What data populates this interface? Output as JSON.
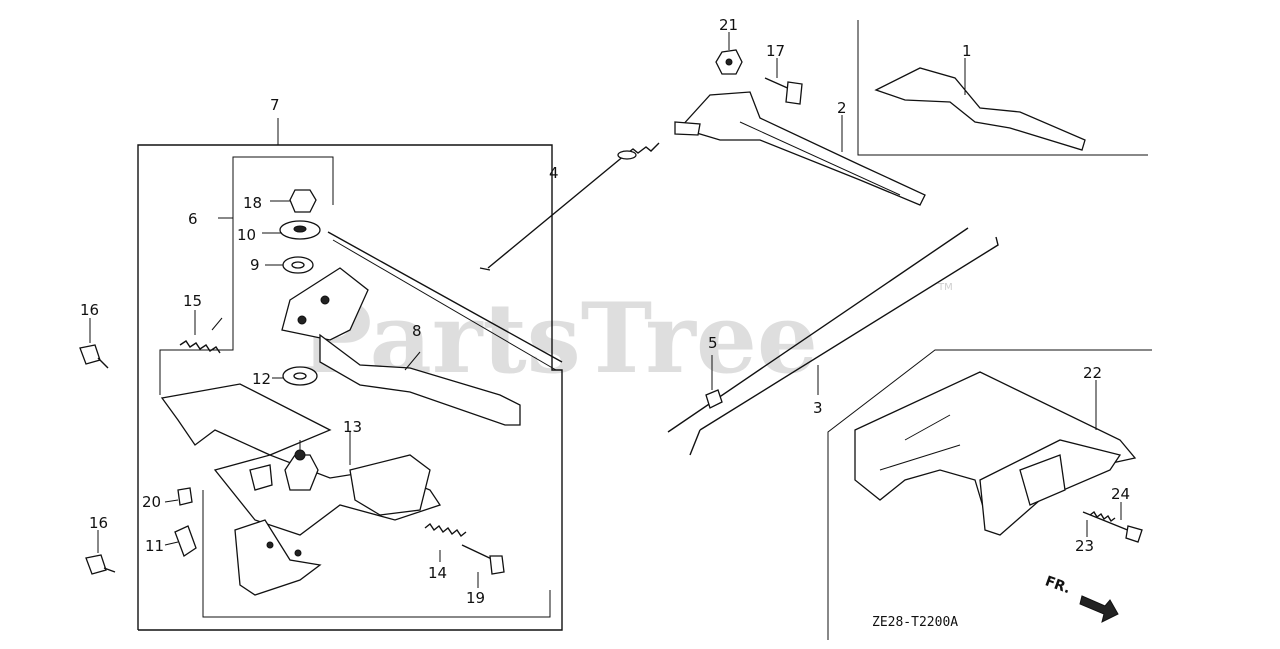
{
  "watermark": {
    "text": "PartsTree",
    "tm": "TM"
  },
  "diagram_code": "ZE28-T2200A",
  "direction_label": "FR.",
  "callouts": [
    {
      "id": "c1",
      "text": "1"
    },
    {
      "id": "c2",
      "text": "2"
    },
    {
      "id": "c3",
      "text": "3"
    },
    {
      "id": "c4",
      "text": "4"
    },
    {
      "id": "c5",
      "text": "5"
    },
    {
      "id": "c6",
      "text": "6"
    },
    {
      "id": "c7",
      "text": "7"
    },
    {
      "id": "c8",
      "text": "8"
    },
    {
      "id": "c9",
      "text": "9"
    },
    {
      "id": "c10",
      "text": "10"
    },
    {
      "id": "c11",
      "text": "11"
    },
    {
      "id": "c12",
      "text": "12"
    },
    {
      "id": "c13",
      "text": "13"
    },
    {
      "id": "c14",
      "text": "14"
    },
    {
      "id": "c15",
      "text": "15"
    },
    {
      "id": "c16a",
      "text": "16"
    },
    {
      "id": "c16b",
      "text": "16"
    },
    {
      "id": "c17",
      "text": "17"
    },
    {
      "id": "c18",
      "text": "18"
    },
    {
      "id": "c19",
      "text": "19"
    },
    {
      "id": "c20",
      "text": "20"
    },
    {
      "id": "c21",
      "text": "21"
    },
    {
      "id": "c22",
      "text": "22"
    },
    {
      "id": "c23",
      "text": "23"
    },
    {
      "id": "c24",
      "text": "24"
    }
  ]
}
